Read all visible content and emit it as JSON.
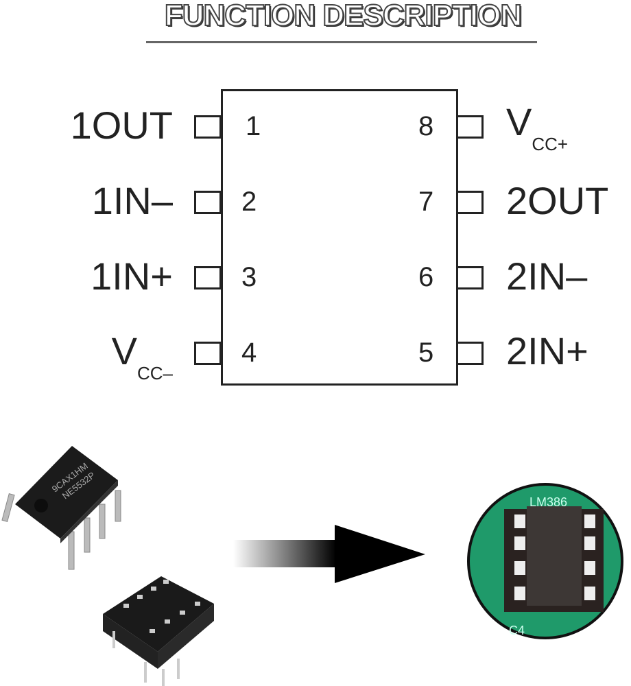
{
  "title": "FUNCTION DESCRIPTION",
  "pins_left": [
    {
      "num": "1",
      "name": "1OUT"
    },
    {
      "num": "2",
      "name": "1IN–"
    },
    {
      "num": "3",
      "name": "1IN+"
    },
    {
      "num": "4",
      "name": "V",
      "sub": "CC–"
    }
  ],
  "pins_right": [
    {
      "num": "8",
      "name": "V",
      "sub": "CC+"
    },
    {
      "num": "7",
      "name": "2OUT"
    },
    {
      "num": "6",
      "name": "2IN–"
    },
    {
      "num": "5",
      "name": "2IN+"
    }
  ],
  "photos": {
    "chip_marking_line1": "9CAX1HM",
    "chip_marking_line2": "NE5532P",
    "board_label": "LM386",
    "board_label2": "C4"
  },
  "colors": {
    "pcb": "#1f9a6a",
    "chip": "#1b1b1b"
  }
}
